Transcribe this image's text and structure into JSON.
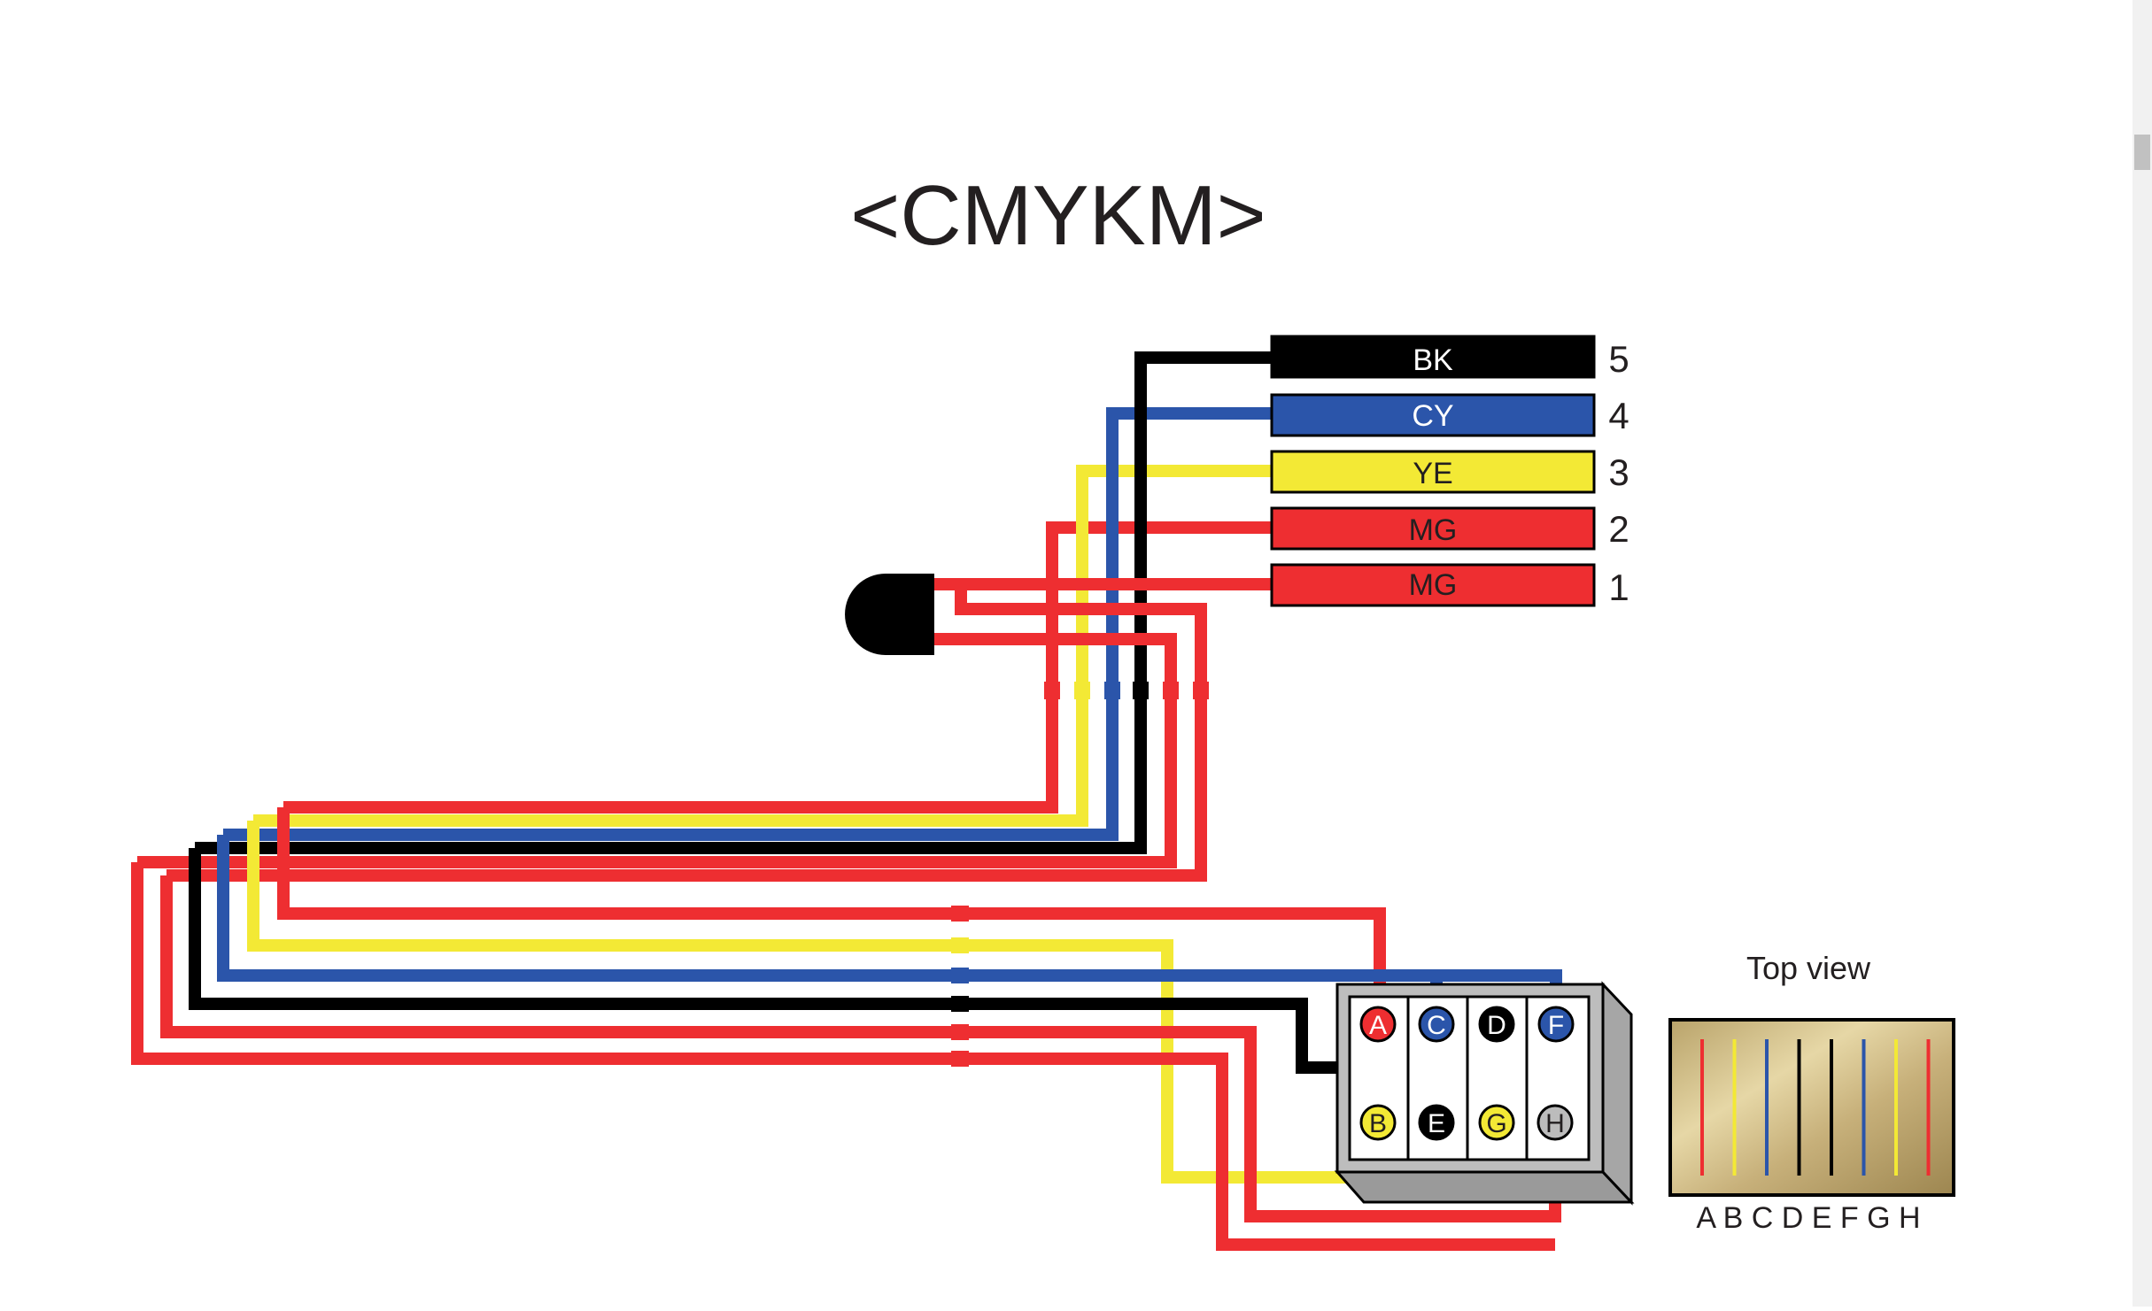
{
  "title": "<CMYKM>",
  "colors": {
    "red": "#ee2e31",
    "yellow": "#f3e935",
    "blue": "#2b55aa",
    "black": "#000000",
    "gray": "#bcbcbc"
  },
  "wires": [
    {
      "label": "BK",
      "number": "5",
      "color": "black"
    },
    {
      "label": "CY",
      "number": "4",
      "color": "blue"
    },
    {
      "label": "YE",
      "number": "3",
      "color": "yellow"
    },
    {
      "label": "MG",
      "number": "2",
      "color": "red"
    },
    {
      "label": "MG",
      "number": "1",
      "color": "red"
    }
  ],
  "connector": {
    "pins": [
      {
        "id": "A",
        "color": "red"
      },
      {
        "id": "C",
        "color": "blue"
      },
      {
        "id": "D",
        "color": "black"
      },
      {
        "id": "F",
        "color": "blue"
      },
      {
        "id": "B",
        "color": "yellow"
      },
      {
        "id": "E",
        "color": "black"
      },
      {
        "id": "G",
        "color": "yellow"
      },
      {
        "id": "H",
        "color": "gray"
      }
    ]
  },
  "top_view": {
    "title": "Top view",
    "pin_letters": "A B C D E F G H",
    "stripe_colors": [
      "red",
      "yellow",
      "blue",
      "black",
      "black",
      "blue",
      "yellow",
      "red"
    ]
  }
}
